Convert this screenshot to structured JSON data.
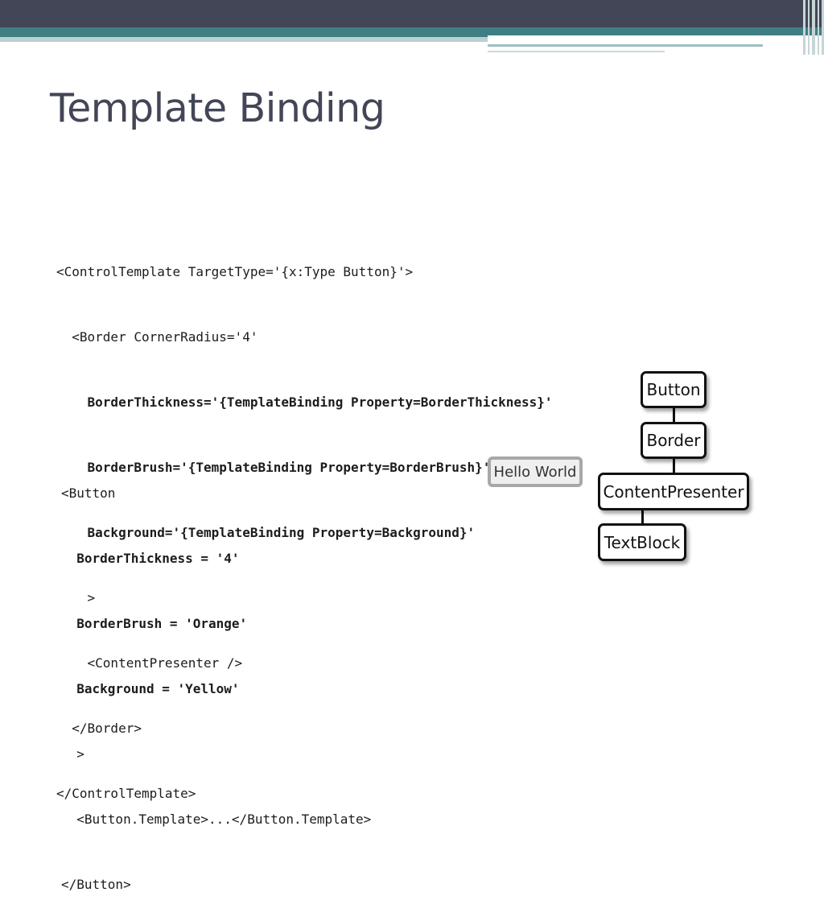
{
  "slide": {
    "title": "Template Binding"
  },
  "code_template": {
    "lines": [
      "<ControlTemplate TargetType='{x:Type Button}'>",
      "  <Border CornerRadius='4'",
      "    BorderThickness='{TemplateBinding Property=BorderThickness}'",
      "    BorderBrush='{TemplateBinding Property=BorderBrush}'",
      "    Background='{TemplateBinding Property=Background}'",
      "    >",
      "    <ContentPresenter />",
      "  </Border>",
      "</ControlTemplate>"
    ]
  },
  "code_button": {
    "lines": [
      "<Button",
      "  BorderThickness = '4'",
      "  BorderBrush = 'Orange'",
      "  Background = 'Yellow'",
      "  >",
      "  <Button.Template>...</Button.Template>",
      "</Button>"
    ]
  },
  "diagram": {
    "preview_button": "Hello World",
    "nodes": [
      "Button",
      "Border",
      "ContentPresenter",
      "TextBlock"
    ]
  },
  "colors": {
    "header_dark": "#434657",
    "header_teal": "#3f7f83",
    "title": "#434657"
  }
}
